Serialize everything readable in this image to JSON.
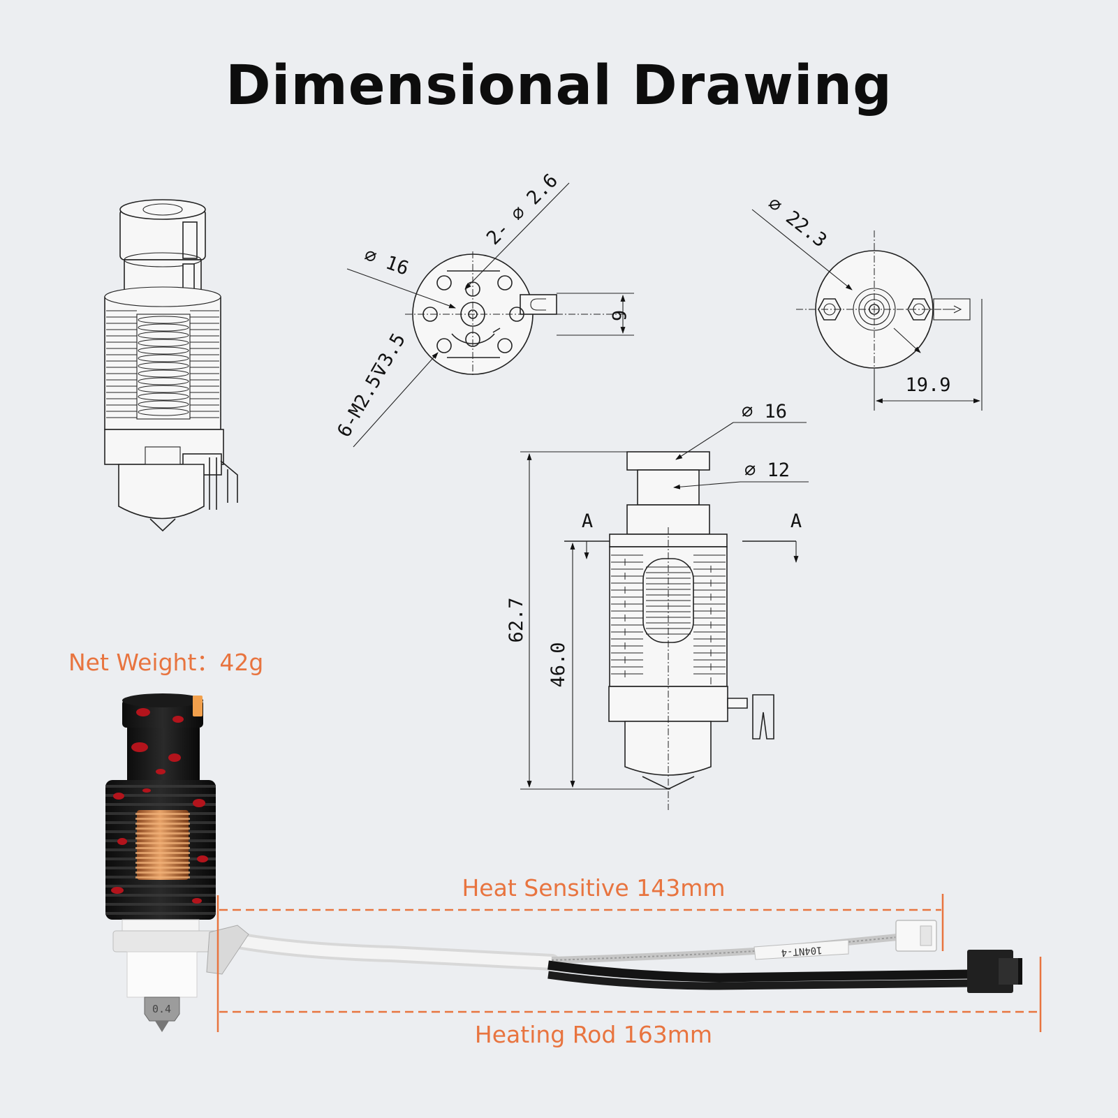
{
  "title": "Dimensional Drawing",
  "net_weight": "Net Weight：42g",
  "heat_sensitive": "Heat Sensitive 143mm",
  "heating_rod": "Heating Rod 163mm",
  "nozzle_size": "0.4",
  "cable_marking": "104NT-4",
  "dimensions": {
    "top_small_hole": "2- ⌀ 2.6",
    "top_outer": "⌀ 16",
    "top_thread": "6-M2.5⊽3.5",
    "top_tab": "6",
    "bottom_outer": "⌀ 22.3",
    "bottom_offset": "19.9",
    "side_top_dia": "⌀ 16",
    "side_neck_dia": "⌀ 12",
    "section_left": "A",
    "section_right": "A",
    "overall_height": "62.7",
    "lower_height": "46.0"
  },
  "colors": {
    "accent": "#e8743f",
    "background": "#eceef1",
    "line": "#222222",
    "copper": "#c9763e",
    "red": "#b3141c"
  }
}
